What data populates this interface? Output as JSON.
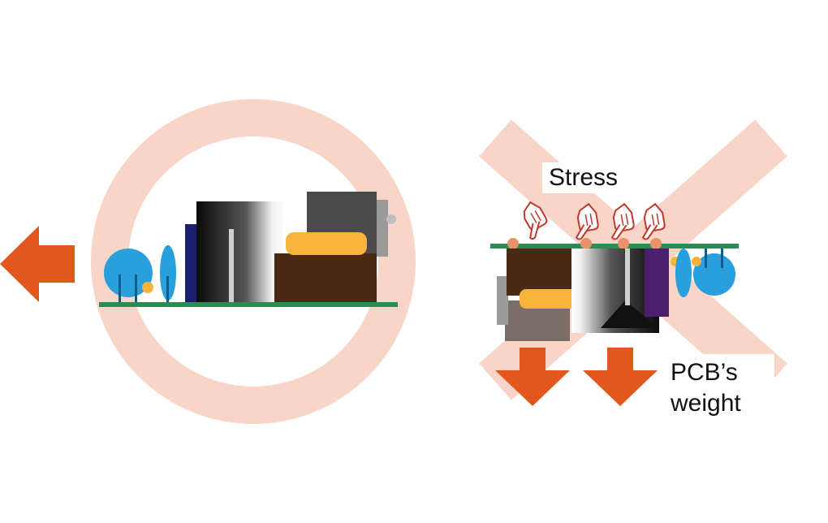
{
  "labels": {
    "stress": "Stress",
    "pcb_weight_line1": "PCB’s",
    "pcb_weight_line2": "weight"
  },
  "colors": {
    "ok_symbol": "#f9d5c7",
    "ng_symbol": "#f9d5c7",
    "arrow": "#e2571c",
    "pcb": "#2e8a55",
    "capacitor_blue": "#29a0dc",
    "transformer_gold": "#f6b43a",
    "inductor_brown": "#4a2a14",
    "capacitor_navy": "#1b1f6e",
    "capacitor_purple": "#4b1f6e",
    "solder": "#e8916a"
  },
  "symbols": {
    "left": "circle-ok",
    "right": "cross-ng"
  },
  "icons": {
    "stress": "pointing-hand-icon"
  }
}
